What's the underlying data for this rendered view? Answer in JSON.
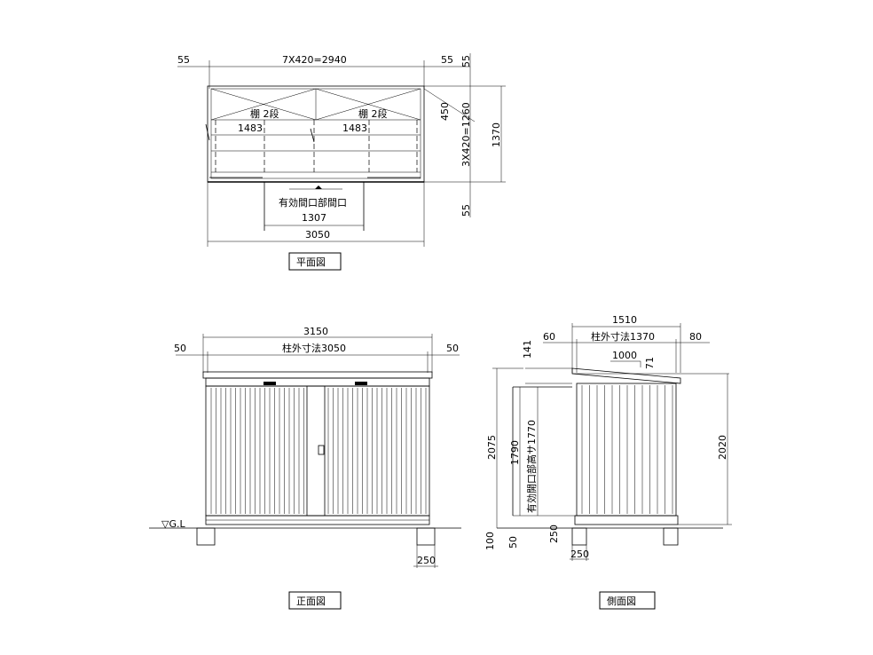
{
  "plan": {
    "title": "平面図",
    "dim_left": "55",
    "dim_top_center": "7X420=2940",
    "dim_right": "55",
    "dim_right_top": "55",
    "dim_450": "450",
    "dim_vertical_inner": "3X420=1260",
    "dim_vertical_total": "1370",
    "dim_right_bottom": "55",
    "shelf_left_label": "棚 2段",
    "shelf_right_label": "棚 2段",
    "shelf_left_width": "1483",
    "shelf_right_width": "1483",
    "opening_label": "有効間口部間口",
    "opening_width": "1307",
    "total_width": "3050"
  },
  "front": {
    "title": "正面図",
    "total_width": "3150",
    "dim_left": "50",
    "column_outer": "柱外寸法3050",
    "dim_right": "50",
    "ground_label": "▽G.L",
    "foundation_width": "250"
  },
  "side": {
    "title": "側面図",
    "total_width": "1510",
    "dim_left": "60",
    "column_outer": "柱外寸法1370",
    "dim_right": "80",
    "dim_141": "141",
    "slope_run": "1000",
    "slope_rise": "71",
    "height_total": "2075",
    "height_door": "1790",
    "effective_opening": "有効開口部高サ1770",
    "height_right": "2020",
    "dim_100": "100",
    "dim_50": "50",
    "dim_250_v": "250",
    "dim_250_h": "250"
  }
}
